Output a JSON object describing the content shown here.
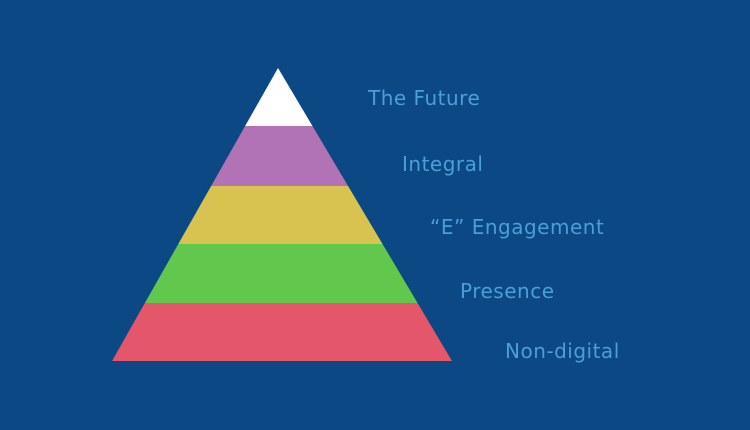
{
  "background": "#0b4884",
  "label_color": "#4b9ed8",
  "pyramid": {
    "layers": [
      {
        "label": "The Future",
        "color": "#ffffff"
      },
      {
        "label": "Integral",
        "color": "#b173b6"
      },
      {
        "label": "“E” Engagement",
        "color": "#d8c350"
      },
      {
        "label": "Presence",
        "color": "#62c84d"
      },
      {
        "label": "Non-digital",
        "color": "#e4566a"
      }
    ]
  }
}
